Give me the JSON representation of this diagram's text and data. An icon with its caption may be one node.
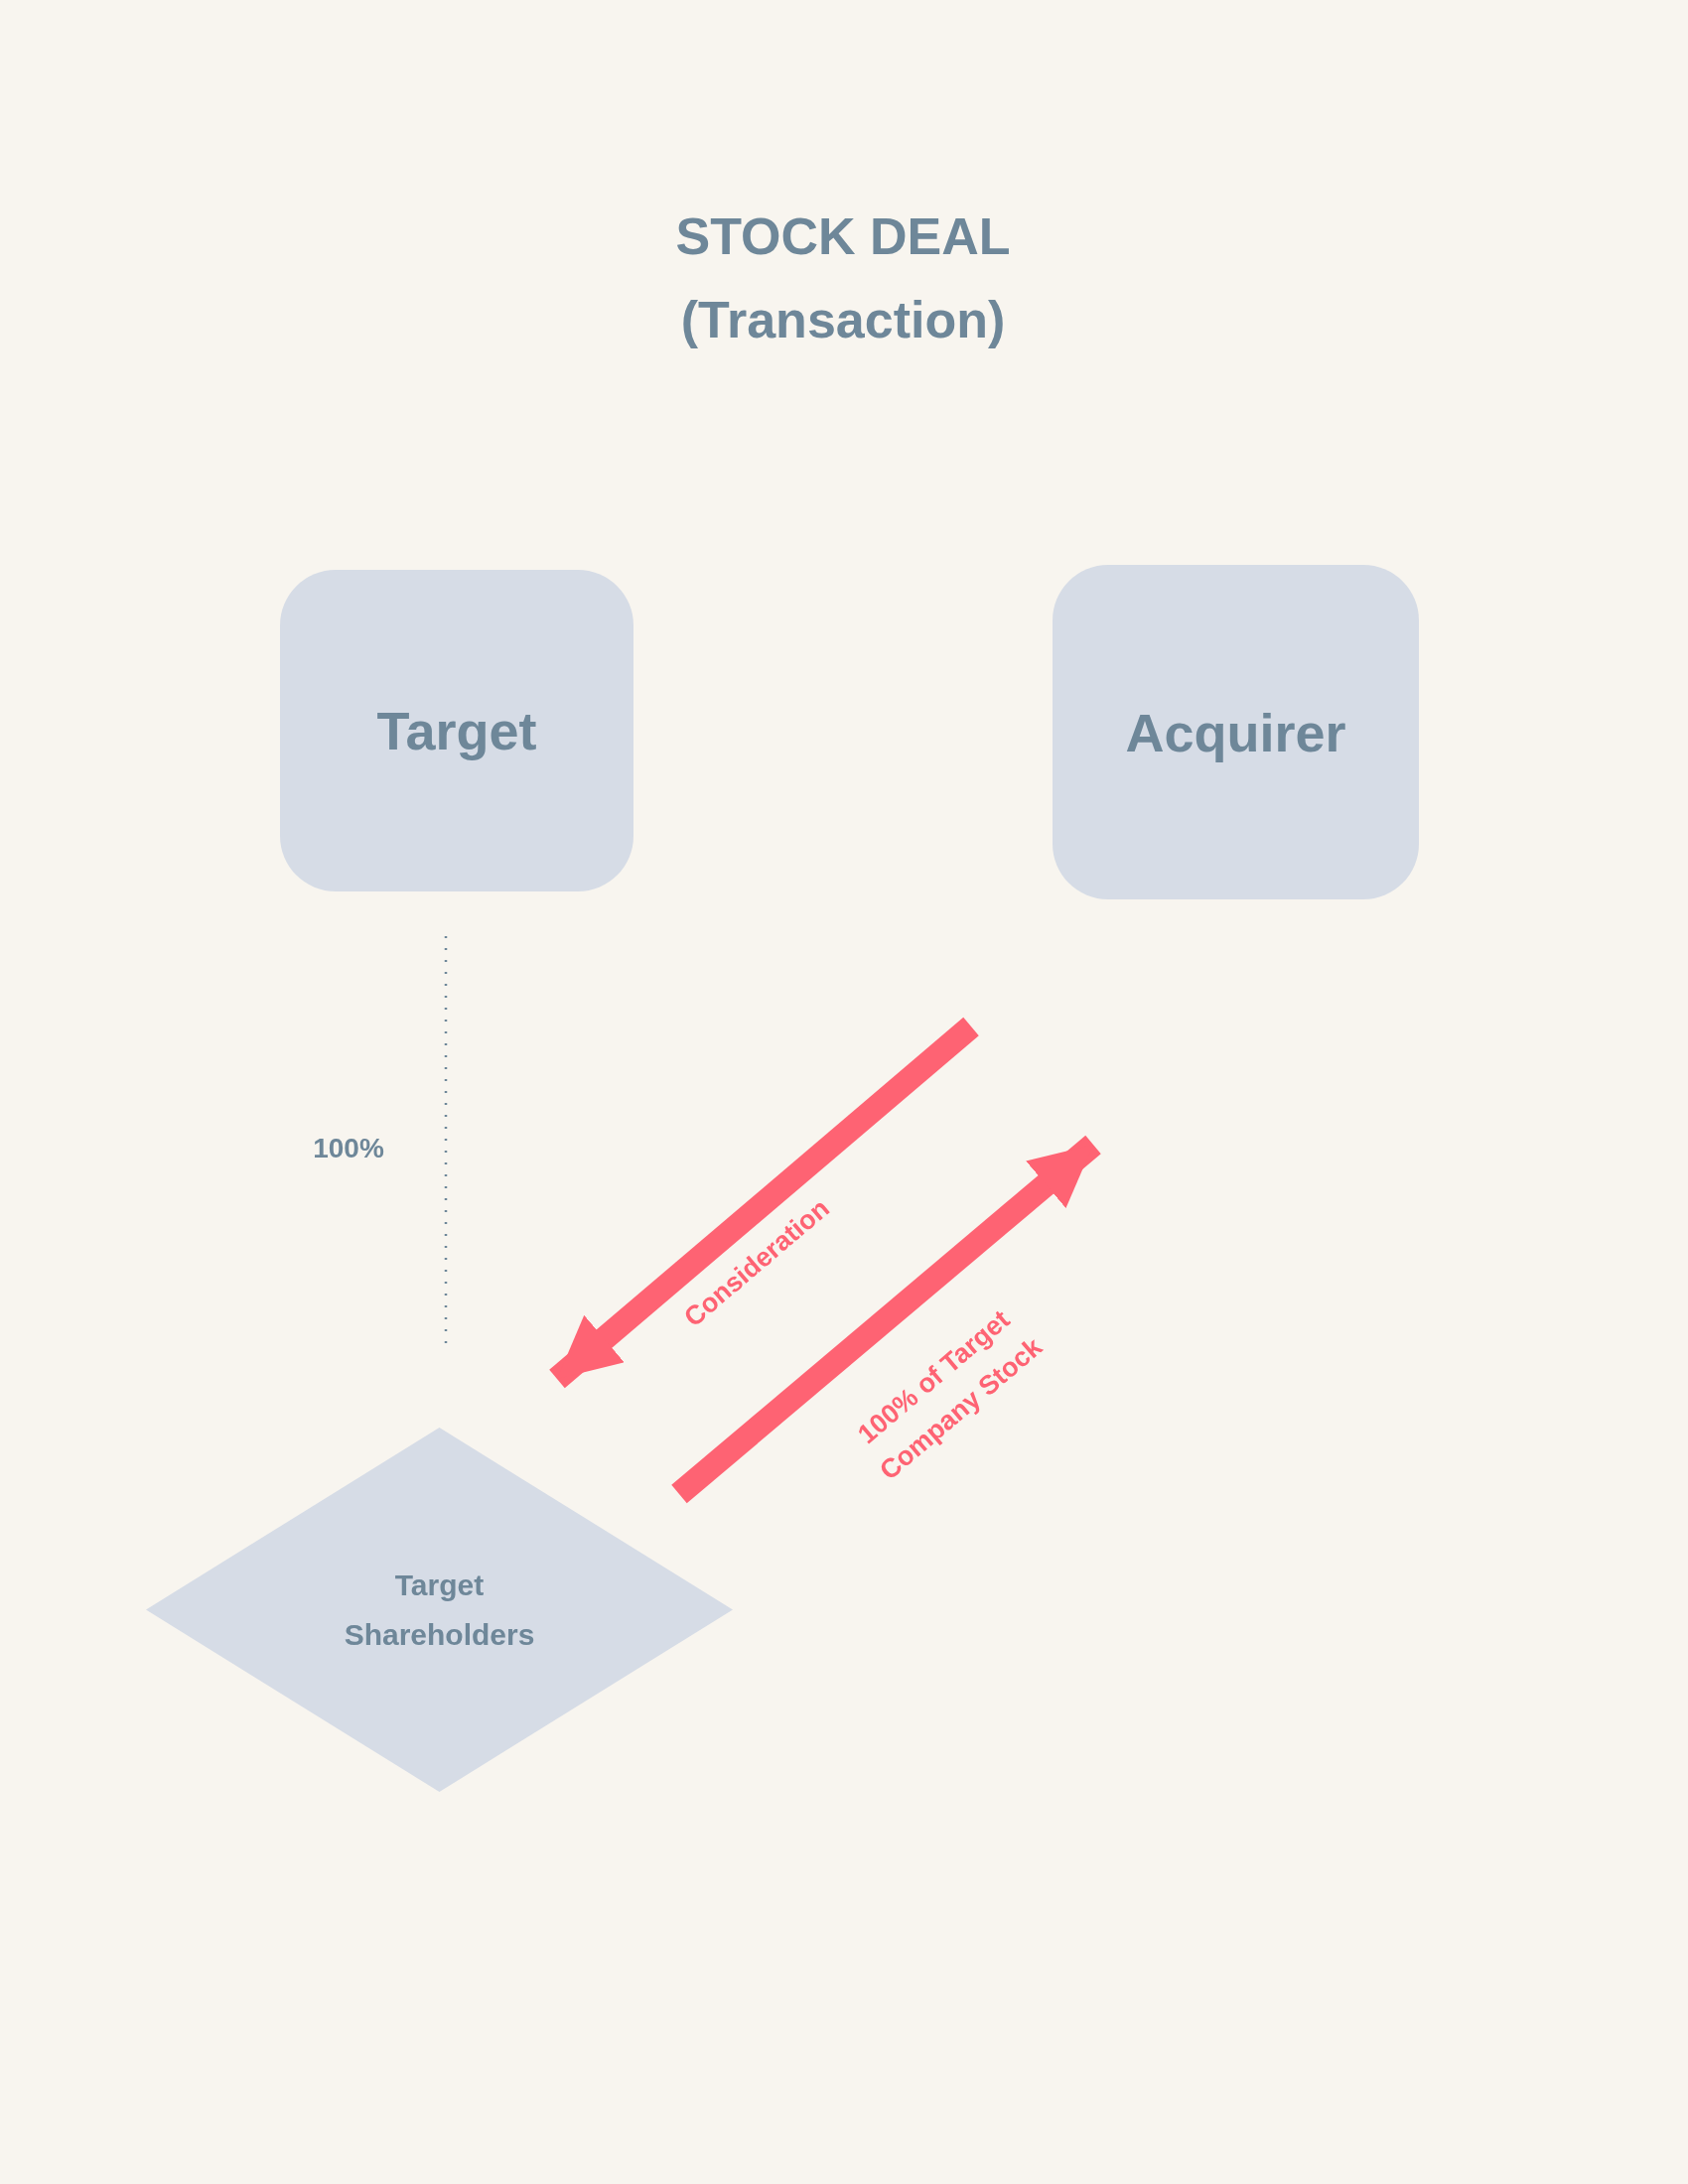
{
  "diagram": {
    "title": "STOCK DEAL (Transaction)",
    "nodes": [
      {
        "text": [
          "Target"
        ]
      },
      {
        "text": [
          "Acquirer"
        ]
      },
      {
        "text": [
          "Target Shareholders"
        ]
      }
    ],
    "edges": [
      {
        "from": 0,
        "to": 2,
        "arrow": "none",
        "style": "dashed",
        "color": "#6e8799",
        "label": "100%"
      },
      {
        "from": 1,
        "to": 2,
        "arrow": "to",
        "label": "Consideration"
      },
      {
        "from": 2,
        "to": 1,
        "arrow": "to",
        "label": "100% of Target Company Stock"
      }
    ]
  }
}
